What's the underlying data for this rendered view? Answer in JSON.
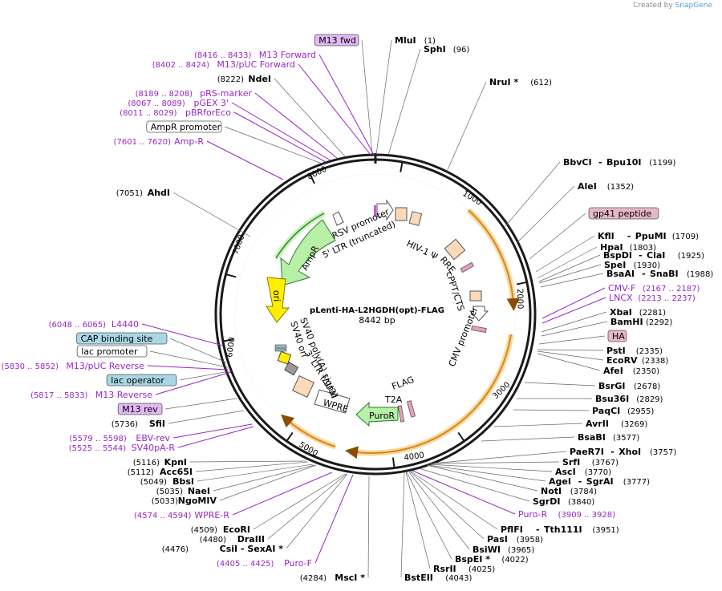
{
  "brand": {
    "created_by": "Created by",
    "app": "SnapGene"
  },
  "plasmid": {
    "name": "pLenti-HA-L2HGDH(opt)-FLAG",
    "size": "8442 bp"
  },
  "ticks": [
    "1000",
    "2000",
    "3000",
    "4000",
    "5000",
    "6000",
    "7000",
    "8000"
  ],
  "features": {
    "amp": "AmpR",
    "ori": "ori",
    "rsv": "RSV promoter",
    "ltr5": "5' LTR (truncated)",
    "hiv": "HIV-1 Ψ",
    "rre": "RRE",
    "cppt": "cPPT/CTS",
    "cmv": "CMV promoter",
    "flag": "FLAG",
    "t2a": "T2A",
    "puro": "PuroR",
    "wpre": "WPRE",
    "ltr3": "3' LTR (ΔU3)",
    "sv40polya": "SV40 poly(A) signal",
    "sv40ori": "SV40 ori"
  },
  "right_labels": [
    {
      "name": "MluI",
      "pos": "(1)"
    },
    {
      "name": "SphI",
      "pos": "(96)"
    },
    {
      "name": "NruI *",
      "pos": "(612)"
    },
    {
      "name": "BbvCI",
      "name2": "Bpu10I",
      "pos": "(1199)"
    },
    {
      "name": "AleI",
      "pos": "(1352)"
    },
    {
      "box": "gp41 peptide"
    },
    {
      "name": "KflI",
      "name2": "PpuMI",
      "pos": "(1709)"
    },
    {
      "name": "HpaI",
      "pos": "(1803)"
    },
    {
      "name": "BspDI",
      "name2": "ClaI",
      "pos": "(1925)"
    },
    {
      "name": "SpeI",
      "pos": "(1930)"
    },
    {
      "name": "BsaAI",
      "name2": "SnaBI",
      "pos": "(1988)"
    },
    {
      "purple": "CMV-F",
      "ppos": "(2167 .. 2187)"
    },
    {
      "purple": "LNCX",
      "ppos": "(2213 .. 2237)"
    },
    {
      "name": "XbaI",
      "pos": "(2281)"
    },
    {
      "name": "BamHI",
      "pos": "(2292)"
    },
    {
      "box": "HA"
    },
    {
      "name": "PstI",
      "pos": "(2335)"
    },
    {
      "name": "EcoRV",
      "pos": "(2338)"
    },
    {
      "name": "AfeI",
      "pos": "(2350)"
    },
    {
      "name": "BsrGI",
      "pos": "(2678)"
    },
    {
      "name": "Bsu36I",
      "pos": "(2829)"
    },
    {
      "name": "PaqCI",
      "pos": "(2955)"
    },
    {
      "name": "AvrII",
      "pos": "(3269)"
    },
    {
      "name": "BsaBI",
      "pos": "(3577)"
    },
    {
      "name": "PaeR7I",
      "name2": "XhoI",
      "pos": "(3757)"
    },
    {
      "name": "SrfI",
      "pos": "(3767)"
    },
    {
      "name": "AscI",
      "pos": "(3770)"
    },
    {
      "name": "AgeI",
      "name2": "SgrAI",
      "pos": "(3777)"
    },
    {
      "name": "NotI",
      "pos": "(3784)"
    },
    {
      "name": "SgrDI",
      "pos": "(3840)"
    },
    {
      "purple": "Puro-R",
      "ppos": "(3909 .. 3928)"
    },
    {
      "name": "PflFI",
      "name2": "Tth111I",
      "pos": "(3951)"
    },
    {
      "name": "PasI",
      "pos": "(3958)"
    },
    {
      "name": "BsiWI",
      "pos": "(3965)"
    },
    {
      "name": "BspEI *",
      "pos": "(4022)"
    },
    {
      "name": "RsrII",
      "pos": "(4025)"
    },
    {
      "name": "BstEII",
      "pos": "(4043)"
    }
  ],
  "left_labels": [
    {
      "box": "M13 fwd"
    },
    {
      "purple": "M13 Forward",
      "ppos": "(8416 .. 8433)"
    },
    {
      "purple": "M13/pUC Forward",
      "ppos": "(8402 .. 8424)"
    },
    {
      "name": "NdeI",
      "pos": "(8222)"
    },
    {
      "purple": "pRS-marker",
      "ppos": "(8189 .. 8208)"
    },
    {
      "purple": "pGEX 3'",
      "ppos": "(8067 .. 8089)"
    },
    {
      "purple": "pBRforEco",
      "ppos": "(8011 .. 8029)"
    },
    {
      "box": "AmpR promoter"
    },
    {
      "purple": "Amp-R",
      "ppos": "(7601 .. 7620)"
    },
    {
      "name": "AhdI",
      "pos": "(7051)"
    },
    {
      "purple": "L4440",
      "ppos": "(6048 .. 6065)"
    },
    {
      "box": "CAP binding site"
    },
    {
      "box": "lac promoter"
    },
    {
      "purple": "M13/pUC Reverse",
      "ppos": "(5830 .. 5852)"
    },
    {
      "box": "lac operator"
    },
    {
      "purple": "M13 Reverse",
      "ppos": "(5817 .. 5833)"
    },
    {
      "box": "M13 rev"
    },
    {
      "name": "SfiI",
      "pos": "(5736)"
    },
    {
      "purple": "EBV-rev",
      "ppos": "(5579 .. 5598)"
    },
    {
      "purple": "SV40pA-R",
      "ppos": "(5525 .. 5544)"
    },
    {
      "name": "KpnI",
      "pos": "(5116)"
    },
    {
      "name": "Acc65I",
      "pos": "(5112)"
    },
    {
      "name": "BbsI",
      "pos": "(5049)"
    },
    {
      "name": "NaeI",
      "pos": "(5035)"
    },
    {
      "name": "NgoMIV",
      "pos": "(5033)"
    },
    {
      "purple": "WPRE-R",
      "ppos": "(4574 .. 4594)"
    },
    {
      "name": "EcoRI",
      "pos": "(4509)"
    },
    {
      "name": "DraIII",
      "pos": "(4480)"
    },
    {
      "name": "CsiI",
      "name2": "SexAI *",
      "pos": "(4476)"
    },
    {
      "purple": "Puro-F",
      "ppos": "(4405 .. 4425)"
    },
    {
      "name": "MscI *",
      "pos": "(4284)"
    }
  ],
  "colors": {
    "ring": "#1a1a1a",
    "primer": "#9a25c9",
    "orange": "#f3a43a",
    "green": "#8fe07a",
    "yellow": "#ffee00",
    "box_pink": "#e8b7c7",
    "box_purple": "#e2b9f5",
    "box_blue": "#a8d8e6"
  }
}
